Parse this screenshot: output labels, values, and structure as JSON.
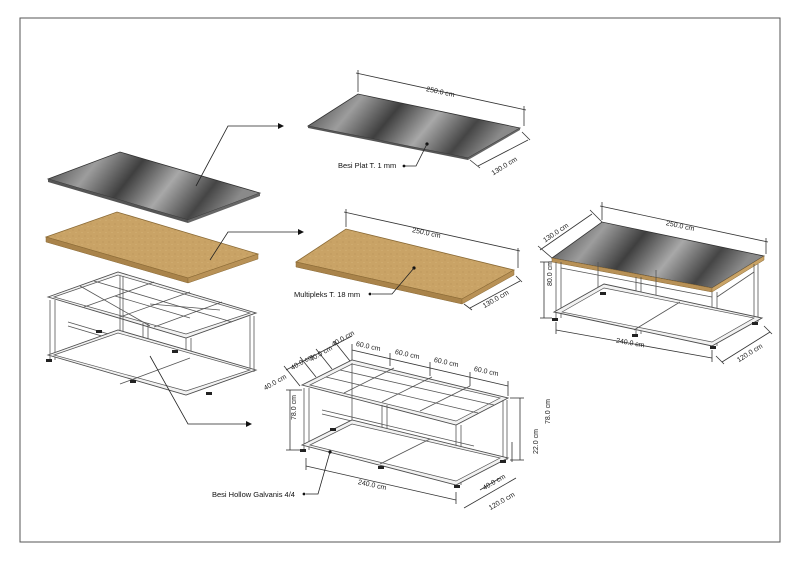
{
  "labels": {
    "plate_label": "Besi Plat T. 1 mm",
    "plywood_label": "Multipleks T. 18 mm",
    "frame_label": "Besi Hollow Galvanis 4/4"
  },
  "dims": {
    "plate_len": "250.0 cm",
    "plate_wid": "130.0 cm",
    "ply_len": "250.0 cm",
    "ply_wid": "130.0 cm",
    "asm_len_top": "250.0 cm",
    "asm_wid_top": "130.0 cm",
    "asm_height": "80.0 cm",
    "asm_len_bottom": "240.0 cm",
    "asm_wid_bottom": "120.0 cm",
    "frame_w1": "40.0 cm",
    "frame_w2": "40.0 cm",
    "frame_w3": "40.0 cm",
    "frame_w4": "40.0 cm",
    "frame_l1": "60.0 cm",
    "frame_l2": "60.0 cm",
    "frame_l3": "60.0 cm",
    "frame_l4": "60.0 cm",
    "frame_h_left": "78.0 cm",
    "frame_h_right": "78.0 cm",
    "frame_shelf_h": "22.0 cm",
    "frame_w_bottom": "40.0 cm",
    "frame_len_bottom": "240.0 cm",
    "frame_wid_bottom": "120.0 cm"
  },
  "colors": {
    "plate_dark": "#3d3d3d",
    "plate_light": "#b5b5b5",
    "wood": "#c9a366",
    "wood_edge": "#8a6a36"
  }
}
